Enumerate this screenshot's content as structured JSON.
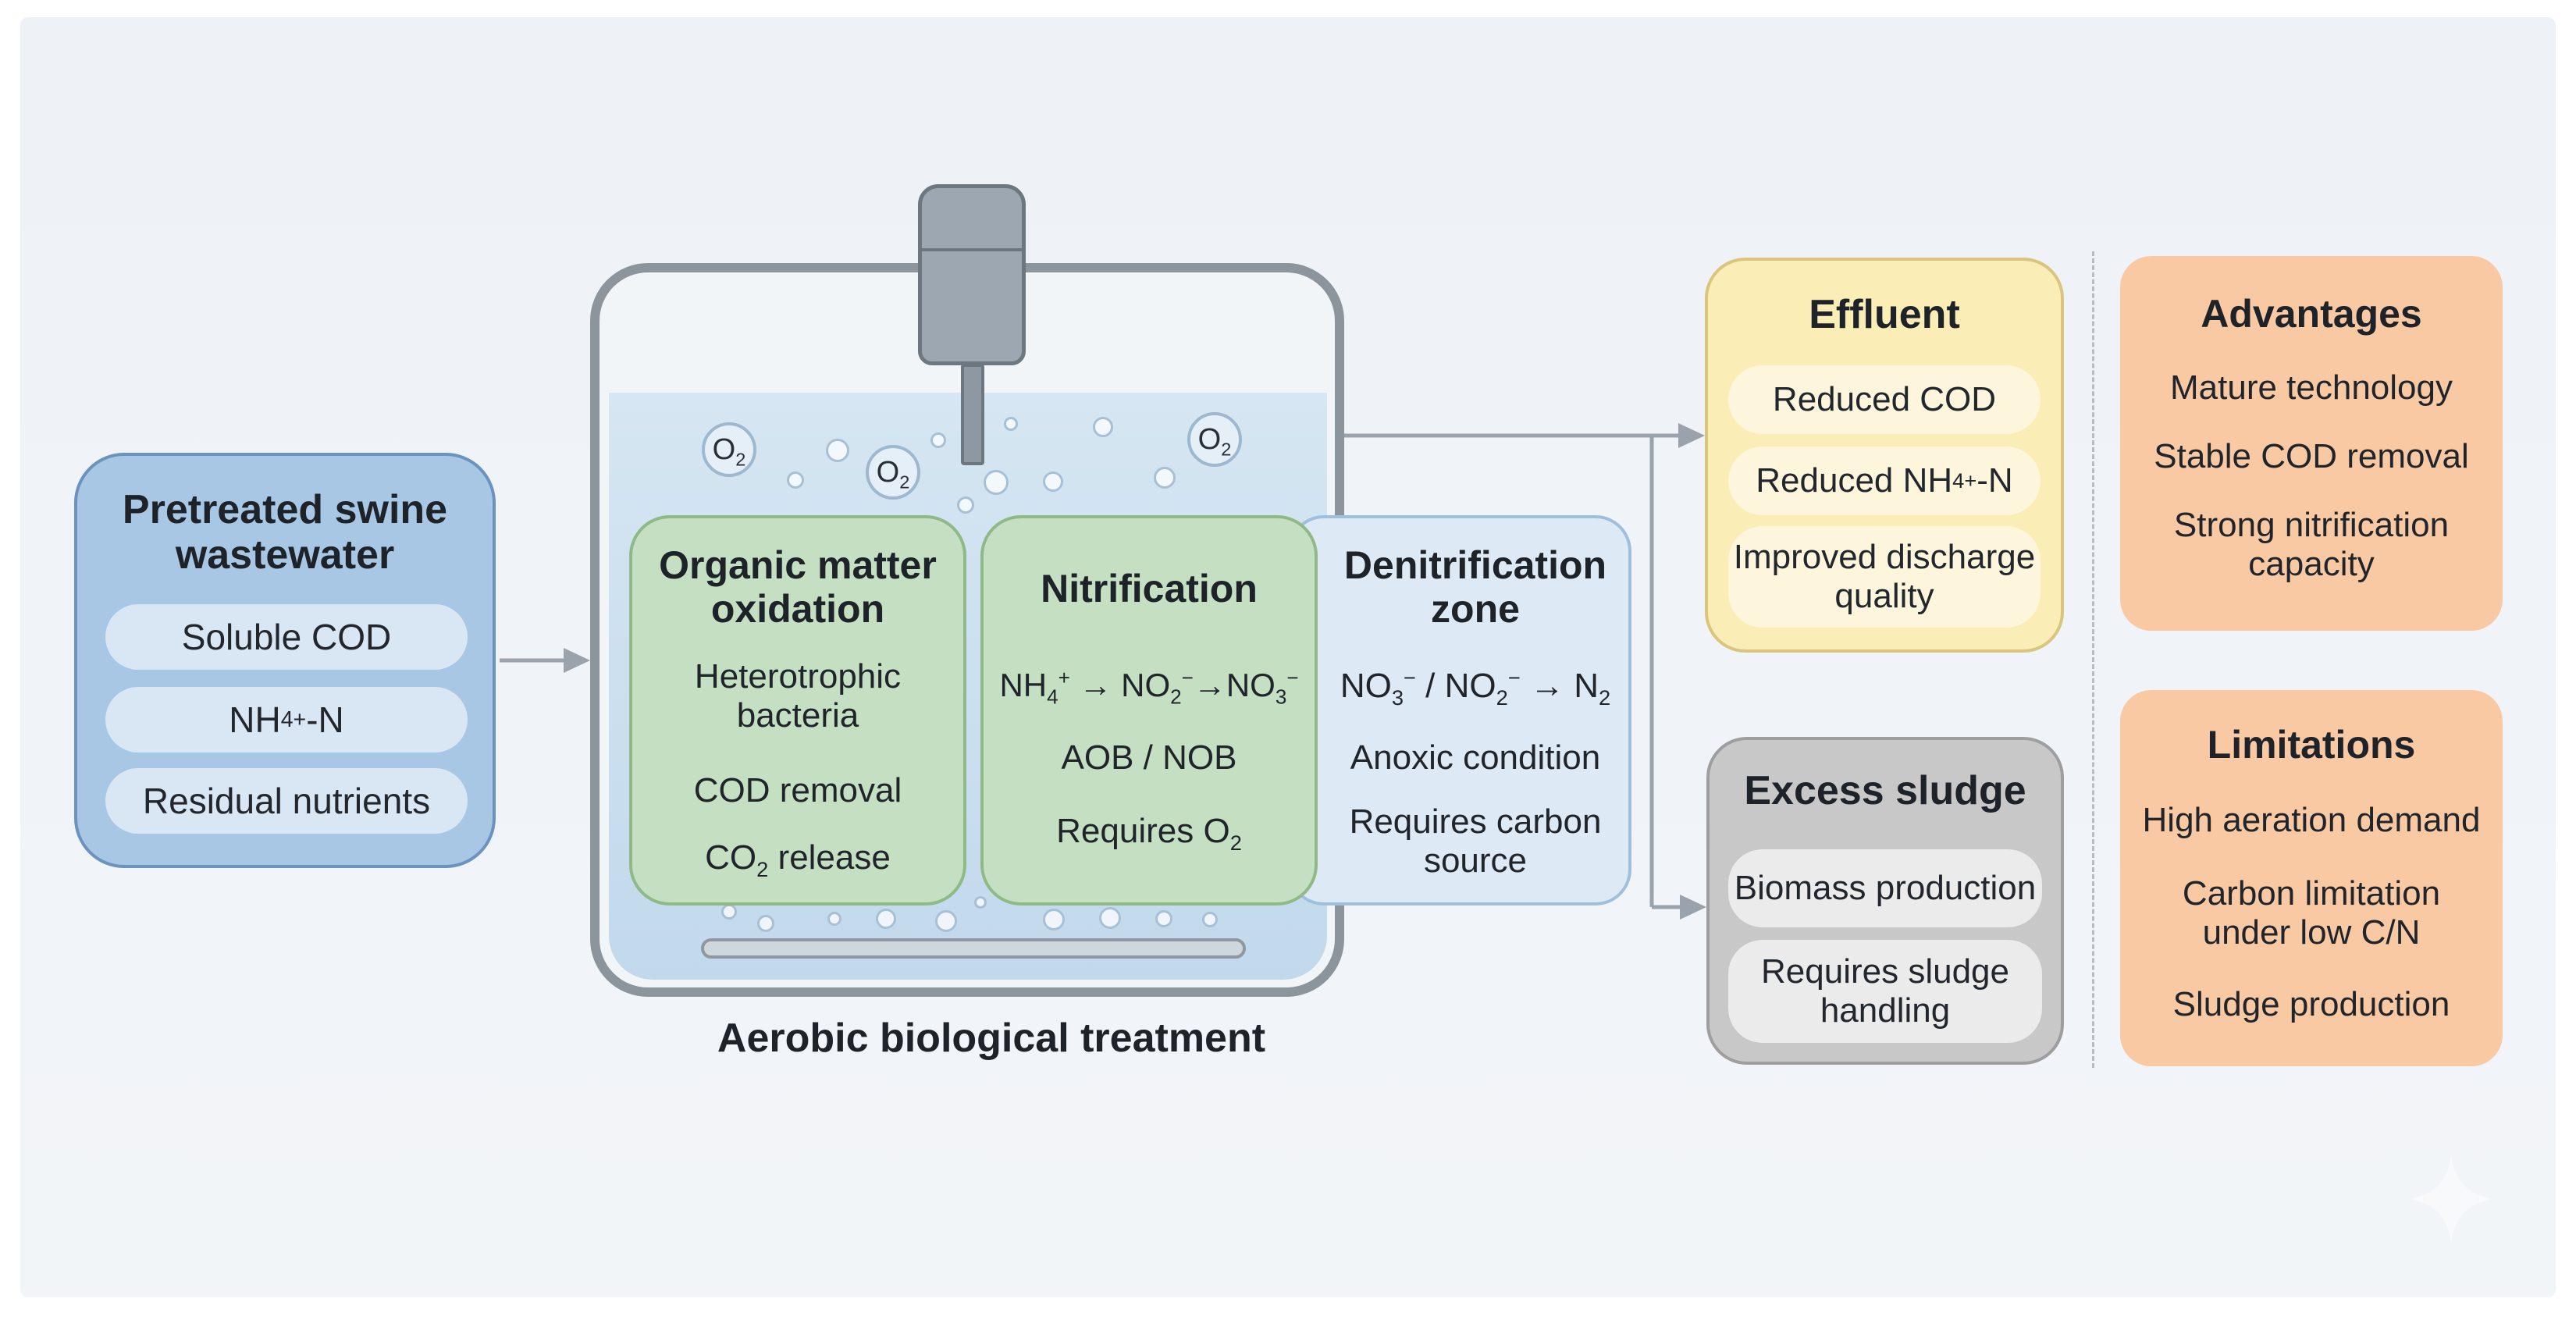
{
  "input": {
    "title": "Pretreated swine wastewater",
    "items": [
      "Soluble COD",
      "NH4+-N",
      "Residual nutrients"
    ]
  },
  "reactor": {
    "caption": "Aerobic biological treatment",
    "o2_label": "O2",
    "organic": {
      "title": "Organic matter oxidation",
      "lines": [
        "Heterotrophic bacteria",
        "COD removal",
        "CO2 release"
      ]
    },
    "nitrification": {
      "title": "Nitrification",
      "lines": [
        "NH4+ → NO2−→NO3−",
        "AOB / NOB",
        "Requires O2"
      ]
    },
    "denitrification": {
      "title": "Denitrification zone",
      "lines": [
        "NO3− / NO2− → N2",
        "Anoxic condition",
        "Requires carbon source"
      ]
    }
  },
  "effluent": {
    "title": "Effluent",
    "items": [
      "Reduced COD",
      "Reduced NH4+-N",
      "Improved discharge quality"
    ]
  },
  "sludge": {
    "title": "Excess sludge",
    "items": [
      "Biomass production",
      "Requires sludge handling"
    ]
  },
  "advantages": {
    "title": "Advantages",
    "items": [
      "Mature technology",
      "Stable COD removal",
      "Strong nitrification capacity"
    ]
  },
  "limitations": {
    "title": "Limitations",
    "items": [
      "High aeration demand",
      "Carbon limitation under low C/N",
      "Sludge production"
    ]
  },
  "colors": {
    "input_fill": "#a8c7e4",
    "zone_green": "#c5dfc2",
    "effluent_fill": "#fbedb6",
    "sludge_fill": "#c8c8c8",
    "notes_fill": "#f9c9a3",
    "arrow": "#9aa3ab"
  },
  "icons": [
    "motor-icon",
    "o2-bubble-icon",
    "diffuser-icon",
    "flow-arrow-icon",
    "sparkle-icon"
  ]
}
